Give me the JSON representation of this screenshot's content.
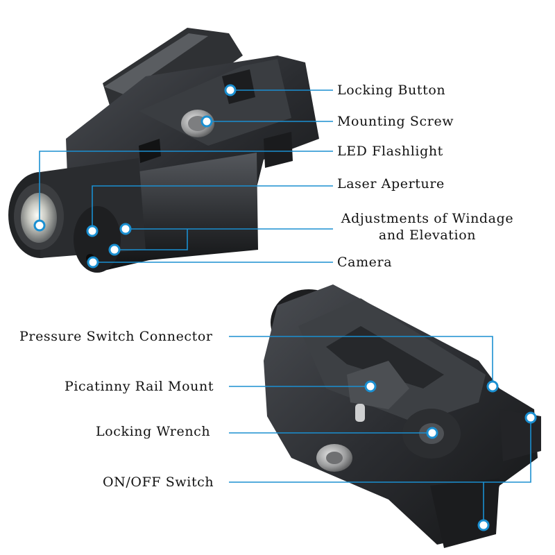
{
  "accent_color": "#1a8fd1",
  "labels_top": {
    "locking_button": "Locking  Button",
    "mounting_screw": "Mounting Screw",
    "led_flashlight": "LED Flashlight",
    "laser_aperture": "Laser Aperture",
    "adjustments_line1": "Adjustments of Windage",
    "adjustments_line2": "and Elevation",
    "camera": "Camera"
  },
  "labels_bottom": {
    "pressure_switch_connector": "Pressure Switch Connector",
    "picatinny_rail_mount": "Picatinny Rail Mount ",
    "locking_wrench": "Locking  Wrench",
    "on_off_switch": "ON/OFF Switch"
  }
}
